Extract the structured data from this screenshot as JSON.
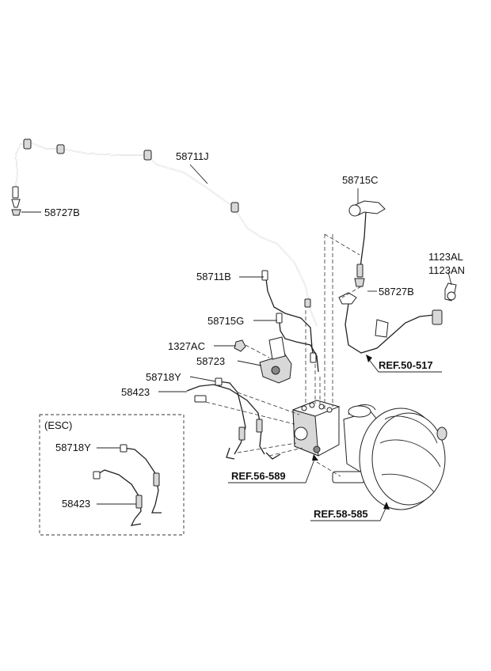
{
  "labels": {
    "p58711J": "58711J",
    "p58727B_left": "58727B",
    "p58715C": "58715C",
    "p1123AL": "1123AL",
    "p1123AN": "1123AN",
    "p58711B": "58711B",
    "p58727B_right": "58727B",
    "p58715G": "58715G",
    "p1327AC": "1327AC",
    "p58723": "58723",
    "p58718Y": "58718Y",
    "p58423": "58423",
    "esc_title": "(ESC)",
    "esc_58718Y": "58718Y",
    "esc_58423": "58423"
  },
  "references": {
    "ref_50_517": "REF.50-517",
    "ref_56_589": "REF.56-589",
    "ref_58_585": "REF.58-585"
  }
}
